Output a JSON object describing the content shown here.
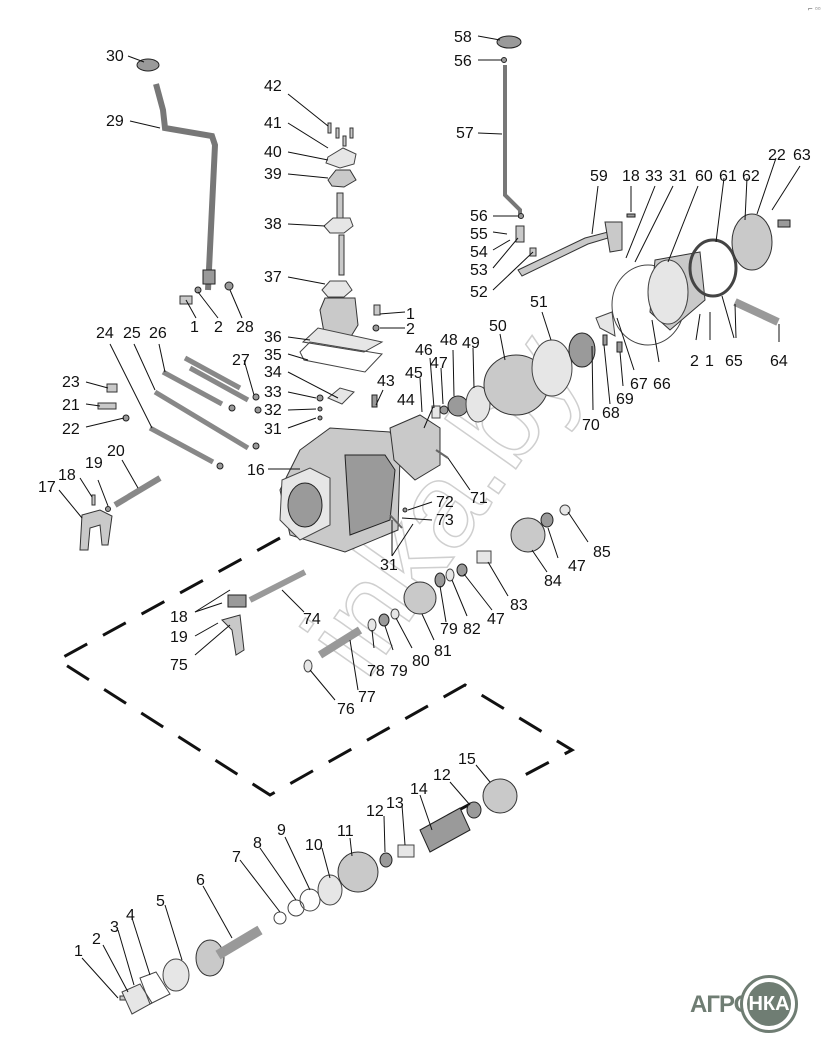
{
  "diagram": {
    "type": "exploded-parts-diagram",
    "subject": "gearbox assembly",
    "watermark_text": "inka.by",
    "logo": {
      "left_text": "АГРО",
      "circle_text": "НКА"
    },
    "corner_mark": "⌐ ▫▫",
    "callouts": [
      {
        "id": "c30",
        "label": "30",
        "part": "cap"
      },
      {
        "id": "c29",
        "label": "29",
        "part": "shift-lever"
      },
      {
        "id": "c1a",
        "label": "1",
        "part": "bolt"
      },
      {
        "id": "c2a",
        "label": "2",
        "part": "washer"
      },
      {
        "id": "c28",
        "label": "28",
        "part": "nut"
      },
      {
        "id": "c42",
        "label": "42",
        "part": "bolts"
      },
      {
        "id": "c41",
        "label": "41",
        "part": "washers"
      },
      {
        "id": "c40",
        "label": "40",
        "part": "cover-plate"
      },
      {
        "id": "c39",
        "label": "39",
        "part": "boot"
      },
      {
        "id": "c38",
        "label": "38",
        "part": "lever-shaft"
      },
      {
        "id": "c37",
        "label": "37",
        "part": "gasket"
      },
      {
        "id": "c1b",
        "label": "1",
        "part": "bolt"
      },
      {
        "id": "c2b",
        "label": "2",
        "part": "washer"
      },
      {
        "id": "c36",
        "label": "36",
        "part": "lever-housing"
      },
      {
        "id": "c35",
        "label": "35",
        "part": "gasket"
      },
      {
        "id": "c34",
        "label": "34",
        "part": "plate"
      },
      {
        "id": "c33a",
        "label": "33",
        "part": "plug"
      },
      {
        "id": "c32",
        "label": "32",
        "part": "spring"
      },
      {
        "id": "c31a",
        "label": "31",
        "part": "ball"
      },
      {
        "id": "c43",
        "label": "43",
        "part": "plug"
      },
      {
        "id": "c24",
        "label": "24",
        "part": "shift-rod"
      },
      {
        "id": "c25",
        "label": "25",
        "part": "shift-rod"
      },
      {
        "id": "c26",
        "label": "26",
        "part": "shift-rod"
      },
      {
        "id": "c27",
        "label": "27",
        "part": "plug"
      },
      {
        "id": "c23",
        "label": "23",
        "part": "plug"
      },
      {
        "id": "c21",
        "label": "21",
        "part": "bolt"
      },
      {
        "id": "c22a",
        "label": "22",
        "part": "washer"
      },
      {
        "id": "c20",
        "label": "20",
        "part": "rod"
      },
      {
        "id": "c19a",
        "label": "19",
        "part": "ball"
      },
      {
        "id": "c18a",
        "label": "18",
        "part": "pin"
      },
      {
        "id": "c17",
        "label": "17",
        "part": "shift-fork"
      },
      {
        "id": "c16",
        "label": "16",
        "part": "gearbox-housing"
      },
      {
        "id": "c58",
        "label": "58",
        "part": "knob"
      },
      {
        "id": "c56a",
        "label": "56",
        "part": "nut"
      },
      {
        "id": "c57",
        "label": "57",
        "part": "lever"
      },
      {
        "id": "c56b",
        "label": "56",
        "part": "nut"
      },
      {
        "id": "c55",
        "label": "55",
        "part": "pin"
      },
      {
        "id": "c54",
        "label": "54",
        "part": "washer"
      },
      {
        "id": "c53",
        "label": "53",
        "part": "bracket"
      },
      {
        "id": "c52",
        "label": "52",
        "part": "pin"
      },
      {
        "id": "c59",
        "label": "59",
        "part": "link-rod"
      },
      {
        "id": "c18b",
        "label": "18",
        "part": "pin"
      },
      {
        "id": "c33b",
        "label": "33",
        "part": "plug"
      },
      {
        "id": "c31b",
        "label": "31",
        "part": "ball"
      },
      {
        "id": "c60",
        "label": "60",
        "part": "reducer-housing"
      },
      {
        "id": "c61",
        "label": "61",
        "part": "gasket"
      },
      {
        "id": "c62",
        "label": "62",
        "part": "flange-cover"
      },
      {
        "id": "c22b",
        "label": "22",
        "part": "washer"
      },
      {
        "id": "c63",
        "label": "63",
        "part": "bolt"
      },
      {
        "id": "c2c",
        "label": "2",
        "part": "washer"
      },
      {
        "id": "c1c",
        "label": "1",
        "part": "bolt"
      },
      {
        "id": "c65",
        "label": "65",
        "part": "nuts"
      },
      {
        "id": "c64",
        "label": "64",
        "part": "axle"
      },
      {
        "id": "c66",
        "label": "66",
        "part": "gasket"
      },
      {
        "id": "c67",
        "label": "67",
        "part": "fork"
      },
      {
        "id": "c69",
        "label": "69",
        "part": "bolt"
      },
      {
        "id": "c68",
        "label": "68",
        "part": "pin"
      },
      {
        "id": "c70",
        "label": "70",
        "part": "clutch"
      },
      {
        "id": "c51",
        "label": "51",
        "part": "bearing"
      },
      {
        "id": "c50",
        "label": "50",
        "part": "ring-gear"
      },
      {
        "id": "c49",
        "label": "49",
        "part": "bearing"
      },
      {
        "id": "c48",
        "label": "48",
        "part": "gear"
      },
      {
        "id": "c47a",
        "label": "47",
        "part": "bushing"
      },
      {
        "id": "c46",
        "label": "46",
        "part": "shaft"
      },
      {
        "id": "c45",
        "label": "45",
        "part": "pin"
      },
      {
        "id": "c44",
        "label": "44",
        "part": "cover"
      },
      {
        "id": "c71",
        "label": "71",
        "part": "pin"
      },
      {
        "id": "c72",
        "label": "72",
        "part": "ball"
      },
      {
        "id": "c73",
        "label": "73",
        "part": "pin"
      },
      {
        "id": "c31c",
        "label": "31",
        "part": "balls"
      },
      {
        "id": "c85",
        "label": "85",
        "part": "washer"
      },
      {
        "id": "c47b",
        "label": "47",
        "part": "bushing"
      },
      {
        "id": "c84",
        "label": "84",
        "part": "gear-block"
      },
      {
        "id": "c83",
        "label": "83",
        "part": "spacer"
      },
      {
        "id": "c47c",
        "label": "47",
        "part": "bushing"
      },
      {
        "id": "c82",
        "label": "82",
        "part": "washer"
      },
      {
        "id": "c79a",
        "label": "79",
        "part": "bearing"
      },
      {
        "id": "c81",
        "label": "81",
        "part": "gear"
      },
      {
        "id": "c80",
        "label": "80",
        "part": "ring"
      },
      {
        "id": "c79b",
        "label": "79",
        "part": "bearing"
      },
      {
        "id": "c78",
        "label": "78",
        "part": "washer"
      },
      {
        "id": "c77",
        "label": "77",
        "part": "shaft"
      },
      {
        "id": "c76",
        "label": "76",
        "part": "ring"
      },
      {
        "id": "c74",
        "label": "74",
        "part": "shift-rod"
      },
      {
        "id": "c18c",
        "label": "18",
        "part": "pins"
      },
      {
        "id": "c19b",
        "label": "19",
        "part": "ball"
      },
      {
        "id": "c75",
        "label": "75",
        "part": "shift-fork"
      },
      {
        "id": "c15",
        "label": "15",
        "part": "gear"
      },
      {
        "id": "c12a",
        "label": "12",
        "part": "bearing"
      },
      {
        "id": "c14",
        "label": "14",
        "part": "splined-sleeve"
      },
      {
        "id": "c13",
        "label": "13",
        "part": "spacer"
      },
      {
        "id": "c12b",
        "label": "12",
        "part": "bearing"
      },
      {
        "id": "c11",
        "label": "11",
        "part": "gear"
      },
      {
        "id": "c10",
        "label": "10",
        "part": "bearing"
      },
      {
        "id": "c9",
        "label": "9",
        "part": "ring"
      },
      {
        "id": "c8",
        "label": "8",
        "part": "ring"
      },
      {
        "id": "c7",
        "label": "7",
        "part": "washer"
      },
      {
        "id": "c6",
        "label": "6",
        "part": "input-shaft"
      },
      {
        "id": "c5",
        "label": "5",
        "part": "bearing"
      },
      {
        "id": "c4",
        "label": "4",
        "part": "gasket"
      },
      {
        "id": "c3",
        "label": "3",
        "part": "cover"
      },
      {
        "id": "c2d",
        "label": "2",
        "part": "washer"
      },
      {
        "id": "c1d",
        "label": "1",
        "part": "bolt"
      }
    ]
  }
}
